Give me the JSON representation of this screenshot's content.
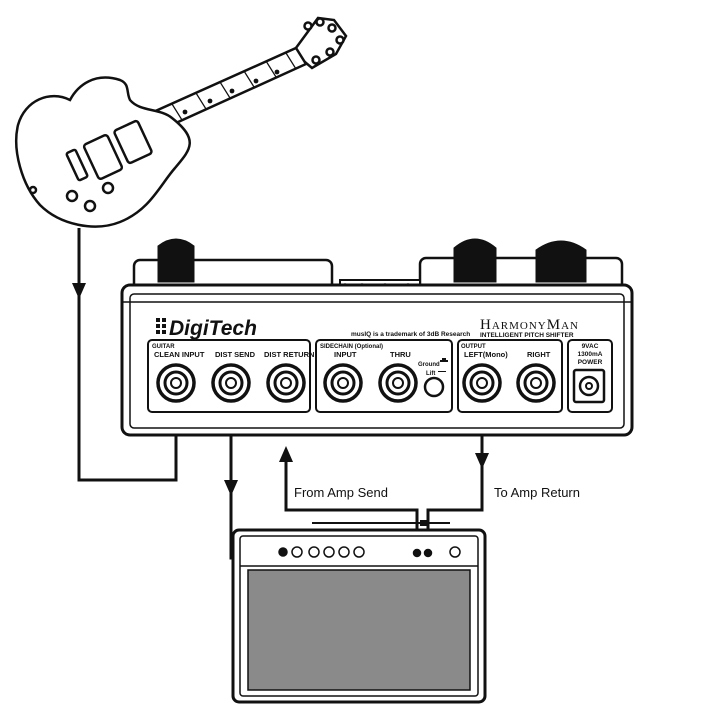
{
  "pedal": {
    "brand": "DigiTech",
    "trademark_note": "musIQ is a trademark of 3dB Research",
    "product_name": "HarmonyMan",
    "product_subtitle": "INTELLIGENT PITCH SHIFTER",
    "groups": {
      "guitar": "GUITAR",
      "sidechain": "SIDECHAIN (Optional)",
      "output": "OUTPUT"
    },
    "jacks": {
      "clean_input": "CLEAN INPUT",
      "dist_send": "DIST SEND",
      "dist_return": "DIST RETURN",
      "sc_input": "INPUT",
      "thru": "THRU",
      "left_mono": "LEFT(Mono)",
      "right": "RIGHT"
    },
    "ground_switch": {
      "ground": "Ground",
      "lift": "Lift"
    },
    "power": {
      "line1": "9VAC",
      "line2": "1300mA",
      "line3": "POWER"
    }
  },
  "cable_labels": {
    "from_amp_send": "From Amp Send",
    "to_amp_return": "To Amp Return"
  },
  "colors": {
    "line": "#111111",
    "amp_grille": "#8a8a8a",
    "pedal_body": "#ffffff"
  }
}
